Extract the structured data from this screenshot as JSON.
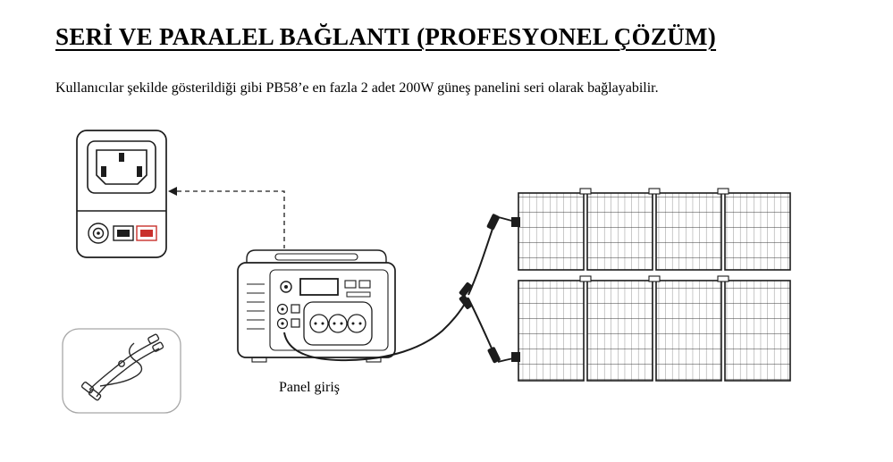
{
  "document": {
    "title": "SERİ VE PARALEL BAĞLANTI (PROFESYONEL ÇÖZÜM)",
    "body_text": "Kullanıcılar şekilde gösterildiği gibi PB58’e en fazla 2 adet 200W güneş panelini seri olarak bağlayabilir.",
    "labels": {
      "panel_input": "Panel giriş"
    }
  },
  "diagram": {
    "elements": [
      "ac-dc-inlet-panel",
      "dashed-connection-line",
      "power-station-illustration",
      "parallel-cable-accessory",
      "splitter-cable",
      "solar-panel-top",
      "solar-panel-bottom"
    ],
    "notes": {
      "device": "PB58",
      "panel_count": "2",
      "panel_power": "200W"
    }
  },
  "colors": {
    "line_art": "#1c1c1c",
    "red_connector": "#c9302c",
    "accessory_box_border": "#a7a7a7",
    "background": "#ffffff"
  }
}
